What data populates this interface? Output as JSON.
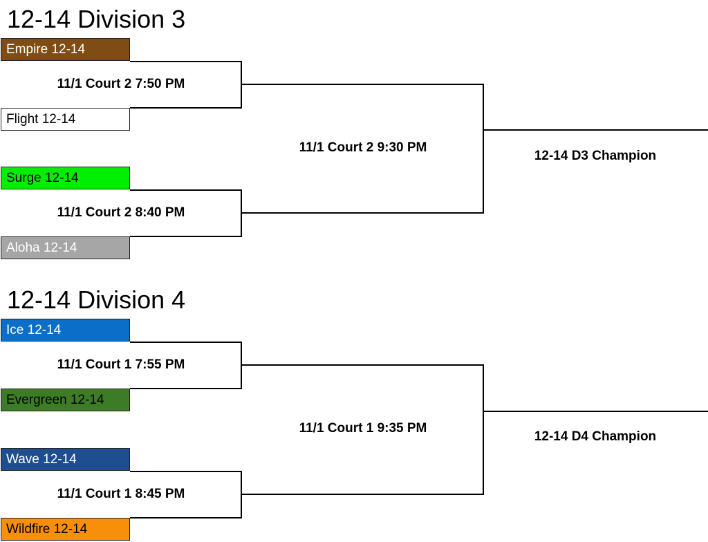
{
  "brackets": [
    {
      "title": "12-14 Division 3",
      "teams": [
        {
          "name": "Empire 12-14",
          "bg": "#7f4c14",
          "fg": "#ffffff"
        },
        {
          "name": "Flight 12-14",
          "bg": "#ffffff",
          "fg": "#000000"
        },
        {
          "name": "Surge 12-14",
          "bg": "#00ee00",
          "fg": "#000000"
        },
        {
          "name": "Aloha 12-14",
          "bg": "#a6a6a6",
          "fg": "#ffffff"
        }
      ],
      "games": [
        "11/1 Court 2 7:50 PM",
        "11/1 Court 2 8:40 PM"
      ],
      "final": "11/1 Court 2 9:30 PM",
      "champion": "12-14 D3 Champion"
    },
    {
      "title": "12-14 Division 4",
      "teams": [
        {
          "name": "Ice 12-14",
          "bg": "#0b6ec8",
          "fg": "#ffffff"
        },
        {
          "name": "Evergreen 12-14",
          "bg": "#3d7b26",
          "fg": "#000000"
        },
        {
          "name": "Wave 12-14",
          "bg": "#1f4e8f",
          "fg": "#ffffff"
        },
        {
          "name": "Wildfire 12-14",
          "bg": "#f78f0a",
          "fg": "#000000"
        }
      ],
      "games": [
        "11/1 Court 1 7:55 PM",
        "11/1 Court 1 8:45 PM"
      ],
      "final": "11/1 Court 1 9:35 PM",
      "champion": "12-14 D4 Champion"
    }
  ]
}
